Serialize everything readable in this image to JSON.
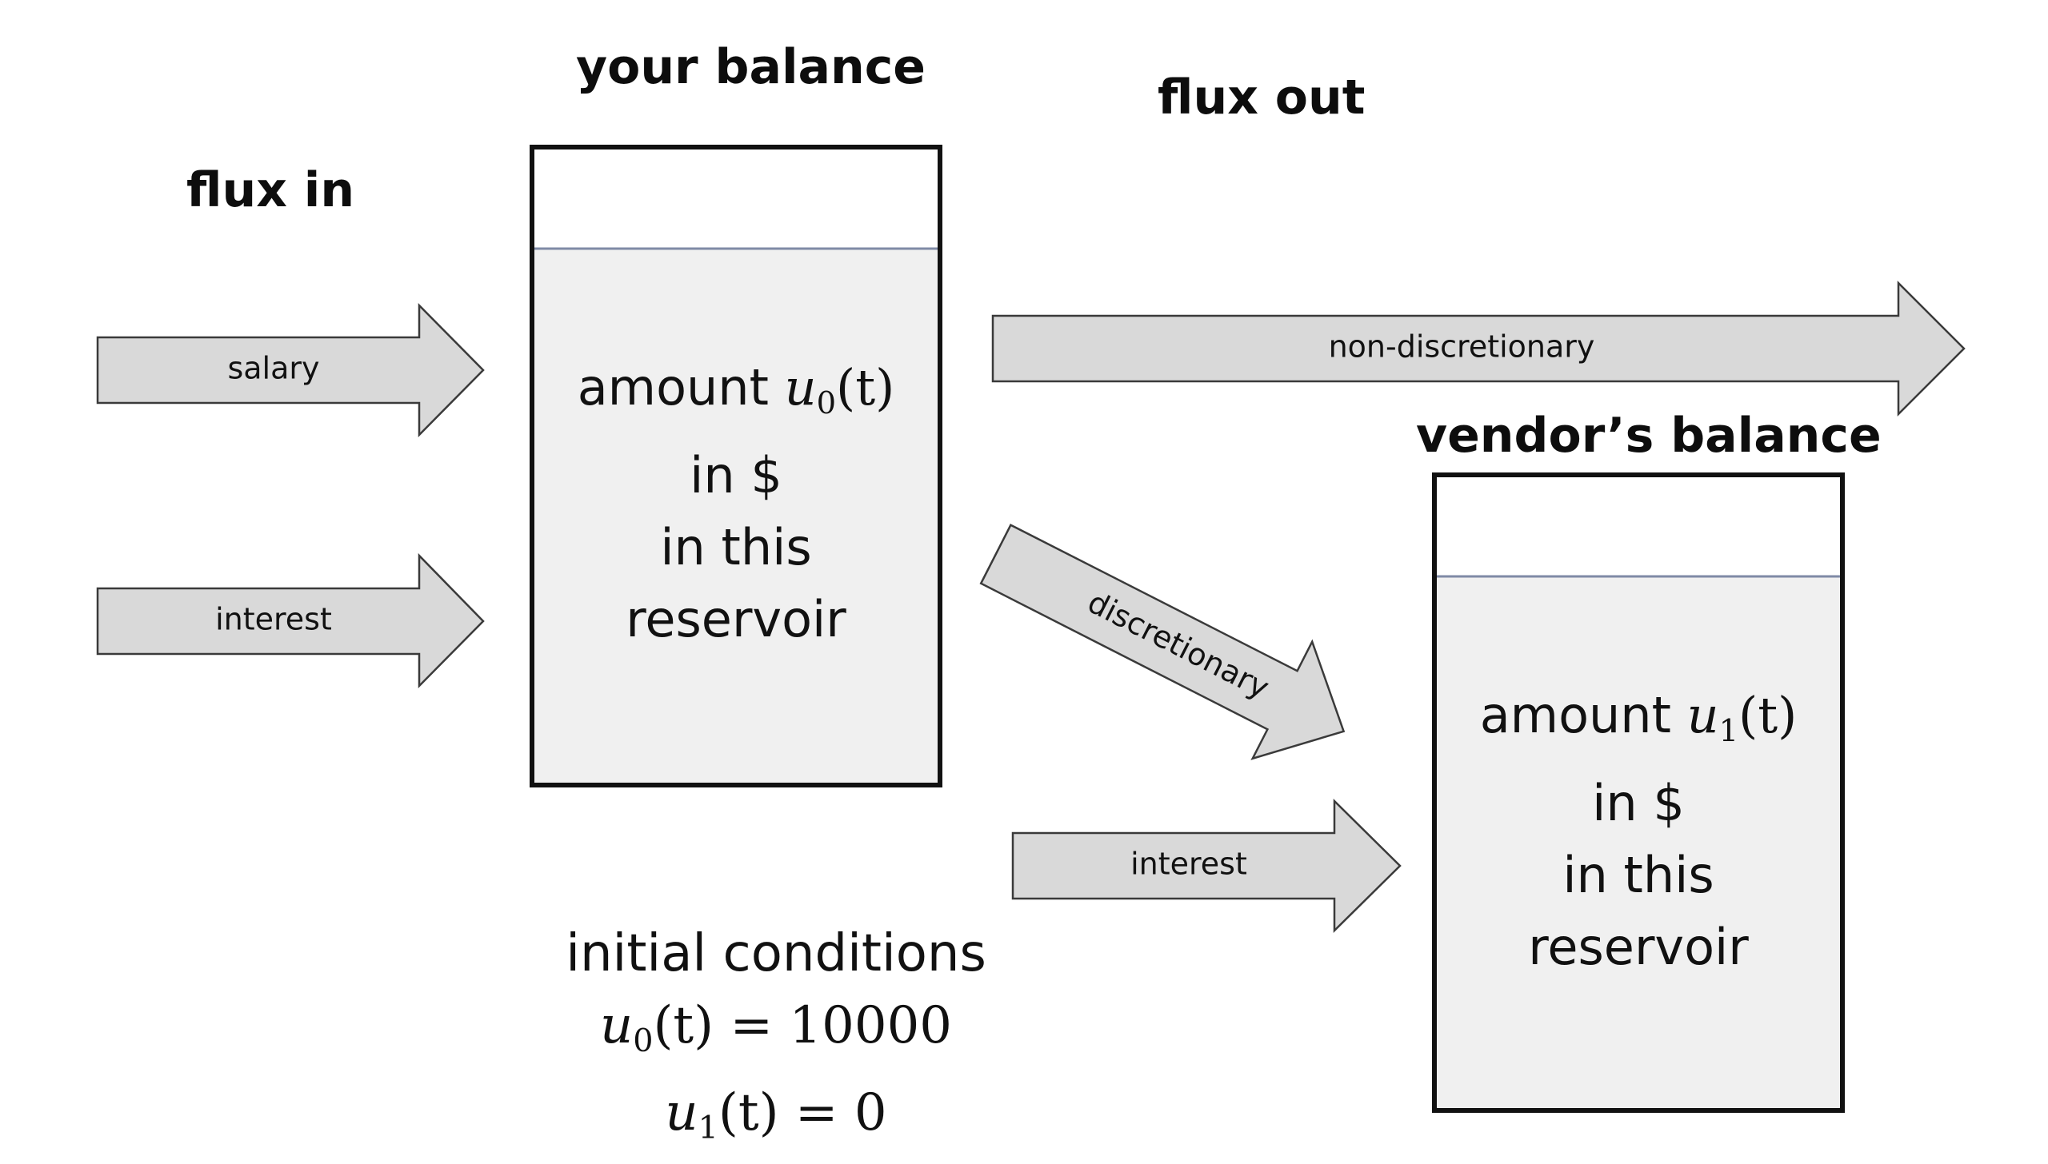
{
  "headings": {
    "flux_in": "flux in",
    "your_balance": "your balance",
    "flux_out": "flux out",
    "vendors_balance": "vendor’s balance"
  },
  "arrows": {
    "salary": "salary",
    "interest_in": "interest",
    "non_discretionary": "non-discretionary",
    "discretionary": "discretionary",
    "interest_vendor": "interest"
  },
  "reservoir_you": {
    "line1_prefix": "amount ",
    "var": "u",
    "sub": "0",
    "arg": "(t)",
    "line2": "in $",
    "line3": "in this",
    "line4": "reservoir"
  },
  "reservoir_vendor": {
    "line1_prefix": "amount ",
    "var": "u",
    "sub": "1",
    "arg": "(t)",
    "line2": "in $",
    "line3": "in this",
    "line4": "reservoir"
  },
  "initial_conditions": {
    "title": "initial conditions",
    "eq1_var": "u",
    "eq1_sub": "0",
    "eq1_rest": "(t) = 10000",
    "eq2_var": "u",
    "eq2_sub": "1",
    "eq2_rest": "(t) = 0"
  },
  "colors": {
    "arrow_fill": "#d9d9d9",
    "arrow_stroke": "#3a3a3a",
    "tank_fill": "#f0f0f0",
    "tank_border": "#111111",
    "water_line": "#7f8aa6"
  }
}
